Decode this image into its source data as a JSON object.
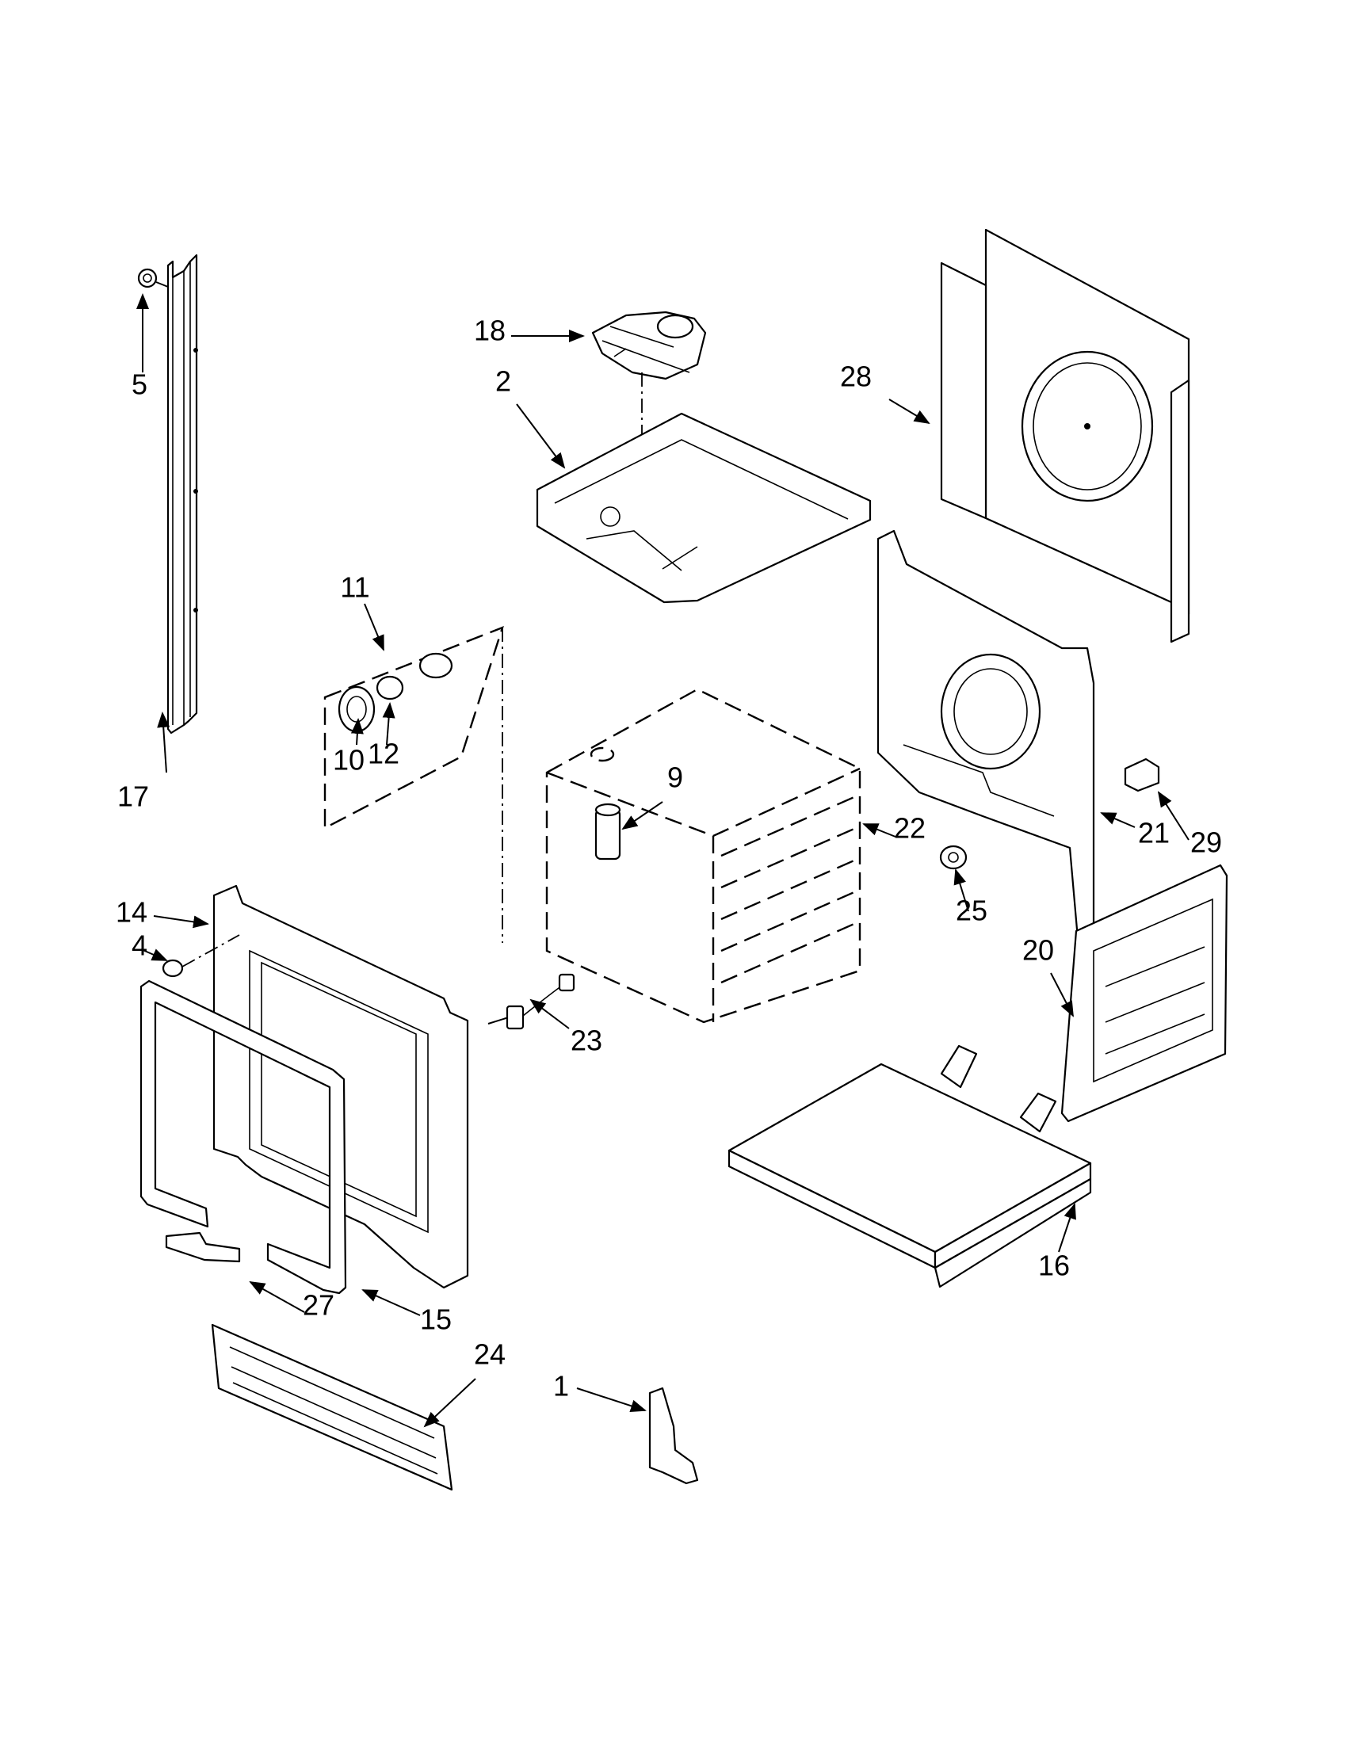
{
  "callouts": [
    {
      "id": "1",
      "text": "1"
    },
    {
      "id": "2",
      "text": "2"
    },
    {
      "id": "4",
      "text": "4"
    },
    {
      "id": "5",
      "text": "5"
    },
    {
      "id": "9",
      "text": "9"
    },
    {
      "id": "10",
      "text": "10"
    },
    {
      "id": "11",
      "text": "11"
    },
    {
      "id": "12",
      "text": "12"
    },
    {
      "id": "14",
      "text": "14"
    },
    {
      "id": "15",
      "text": "15"
    },
    {
      "id": "16",
      "text": "16"
    },
    {
      "id": "17",
      "text": "17"
    },
    {
      "id": "18",
      "text": "18"
    },
    {
      "id": "20",
      "text": "20"
    },
    {
      "id": "21",
      "text": "21"
    },
    {
      "id": "22",
      "text": "22"
    },
    {
      "id": "23",
      "text": "23"
    },
    {
      "id": "24",
      "text": "24"
    },
    {
      "id": "25",
      "text": "25"
    },
    {
      "id": "27",
      "text": "27"
    },
    {
      "id": "28",
      "text": "28"
    },
    {
      "id": "29",
      "text": "29"
    }
  ]
}
